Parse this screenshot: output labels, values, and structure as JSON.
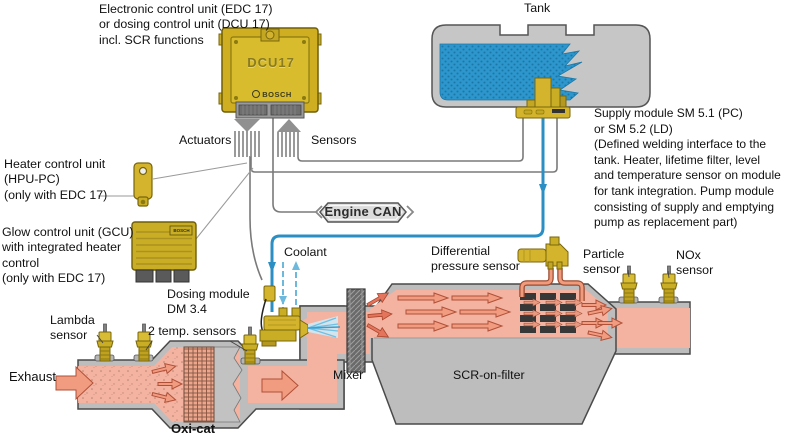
{
  "diagram": {
    "labels": {
      "ecu": "Electronic control unit (EDC 17)\nor dosing control unit (DCU 17)\nincl. SCR functions",
      "tank": "Tank",
      "supply_module": "Supply module SM 5.1 (PC)\nor SM 5.2 (LD)\n(Defined welding interface to the\ntank. Heater, lifetime filter, level\nand temperature sensor on module\nfor tank integration. Pump module\nconsisting of supply and emptying\npump as replacement part)",
      "actuators": "Actuators",
      "sensors": "Sensors",
      "heater_control": "Heater control unit\n(HPU-PC)\n(only with EDC 17)",
      "glow_control": "Glow control unit (GCU)\nwith integrated heater\ncontrol\n(only with EDC 17)",
      "engine_can": "Engine CAN",
      "coolant": "Coolant",
      "dosing_module": "Dosing module\nDM 3.4",
      "diff_pressure": "Differential\npressure sensor",
      "particle": "Particle\nsensor",
      "nox": "NOx\nsensor",
      "lambda": "Lambda\nsensor",
      "temp_sensors": "2 temp. sensors",
      "exhaust": "Exhaust",
      "mixer": "Mixer",
      "scr": "SCR-on-filter",
      "oxicat": "Oxi-cat"
    },
    "components": {
      "ecu_model": "DCU17",
      "ecu_brand": "BOSCH",
      "gcu_brand": "BOSCH"
    },
    "colors": {
      "component_yellow": "#d4b42c",
      "component_yellow_dark": "#78660c",
      "exhaust_pink": "#f3b3a0",
      "arrow_salmon": "#f19b81",
      "fluid_blue": "#2b8fc4",
      "tank_liquid": "#2e96cc",
      "pipe_gray": "#bdbdbd",
      "wire_gray": "#7a7a7a"
    }
  }
}
